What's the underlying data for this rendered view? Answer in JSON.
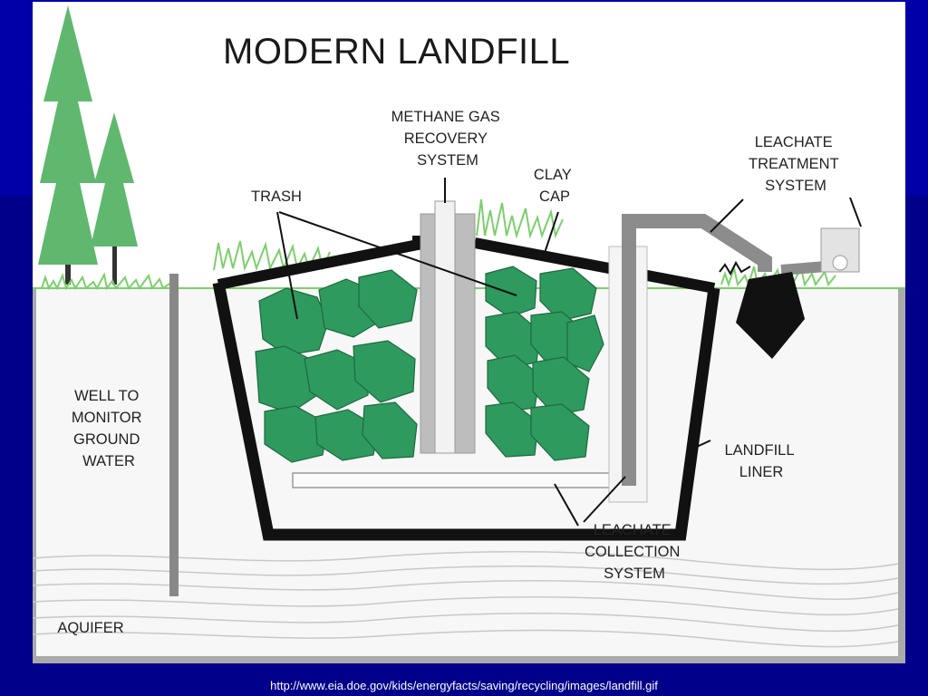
{
  "title": "MODERN LANDFILL",
  "labels": {
    "methane": [
      "METHANE GAS",
      "RECOVERY",
      "SYSTEM"
    ],
    "trash": [
      "TRASH"
    ],
    "clay_cap": [
      "CLAY",
      "CAP"
    ],
    "leachate_treatment": [
      "LEACHATE",
      "TREATMENT",
      "SYSTEM"
    ],
    "well": [
      "WELL TO",
      "MONITOR",
      "GROUND",
      "WATER"
    ],
    "landfill_liner": [
      "LANDFILL",
      "LINER"
    ],
    "leachate_collection": [
      "LEACHATE",
      "COLLECTION",
      "SYSTEM"
    ],
    "aquifer": [
      "AQUIFER"
    ]
  },
  "source_url": "http://www.eia.doe.gov/kids/energyfacts/saving/recycling/images/landfill.gif",
  "colors": {
    "slide_background": "#00008b",
    "trash_green": "#2e9a5e",
    "grass_green": "#7ccf6c",
    "pipe_gray": "#8c8c8c",
    "liner_black": "#111111"
  }
}
